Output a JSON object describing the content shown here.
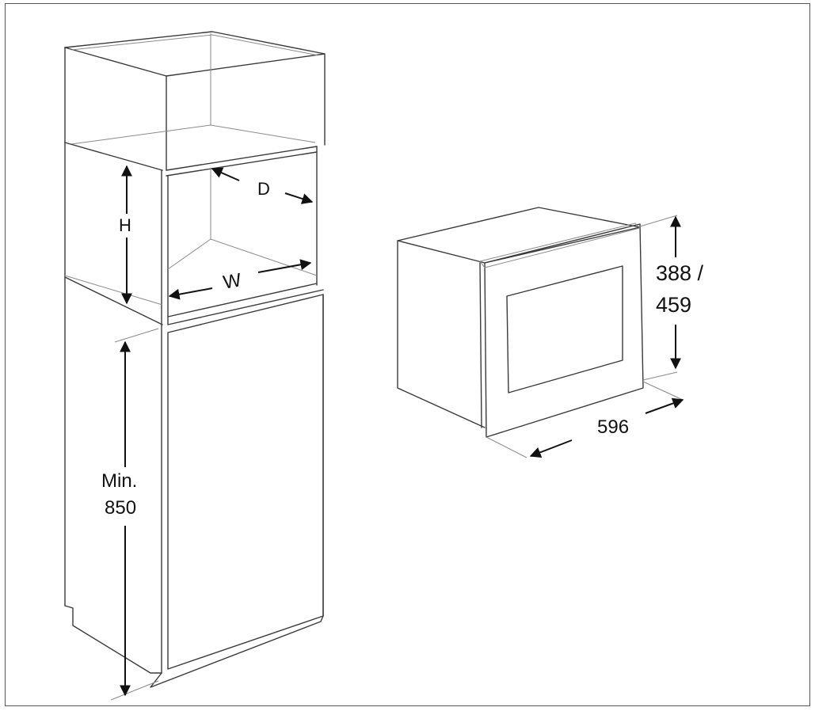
{
  "labels": {
    "height": "H",
    "depth": "D",
    "width": "W",
    "min_label": "Min.",
    "min_value": "850",
    "oven_height_a": "388 /",
    "oven_height_b": "459",
    "oven_width": "596"
  },
  "colors": {
    "line": "#3a3a3a",
    "dimension": "#111111",
    "frame": "#555555"
  }
}
